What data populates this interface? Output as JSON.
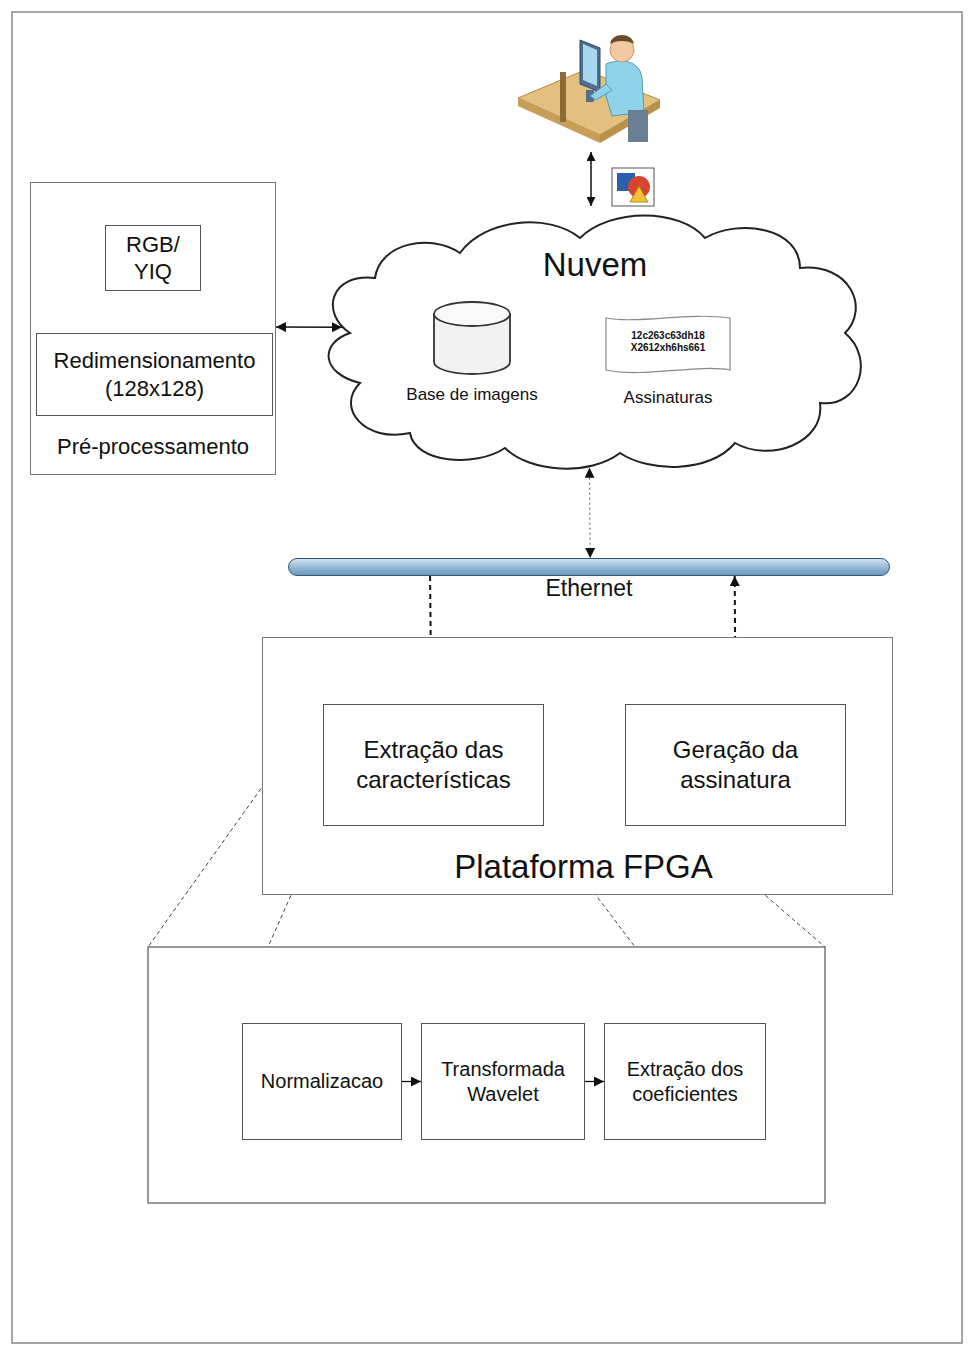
{
  "diagram": {
    "nodes": [
      {
        "text": [
          "Pré-processamento"
        ]
      },
      {
        "text": [
          "RGB/ YIQ"
        ],
        "in": 0
      },
      {
        "text": [
          "Redimensionamento (128x128)"
        ],
        "in": 0
      },
      {
        "text": [
          "Nuvem"
        ]
      },
      {
        "text": [
          "Base de imagens"
        ],
        "in": 3
      },
      {
        "text": [
          "12c263c63dh18 X2612xh6hs661",
          "Assinaturas"
        ],
        "in": 3
      },
      {
        "text": [
          "Ethernet"
        ]
      },
      {
        "text": [
          "Plataforma FPGA"
        ]
      },
      {
        "text": [
          "Extração das características"
        ],
        "in": 7
      },
      {
        "text": [
          "Geração da assinatura"
        ],
        "in": 7
      },
      {
        "text": [
          "Normalizacao"
        ]
      },
      {
        "text": [
          "Transformada Wavelet"
        ]
      },
      {
        "text": [
          "Extração dos coeficientes"
        ]
      }
    ],
    "edges": [
      {
        "from": 1,
        "to": 2,
        "arrow": "to"
      },
      {
        "from": 0,
        "to": 3,
        "arrow": "both"
      },
      {
        "from": 3,
        "to": 6,
        "arrow": "both"
      },
      {
        "from": 6,
        "to": 8,
        "arrow": "to"
      },
      {
        "from": 9,
        "to": 6,
        "arrow": "to"
      },
      {
        "from": 8,
        "to": 9,
        "arrow": "to"
      },
      {
        "from": 10,
        "to": 11,
        "arrow": "to"
      },
      {
        "from": 11,
        "to": 12,
        "arrow": "to"
      }
    ]
  }
}
